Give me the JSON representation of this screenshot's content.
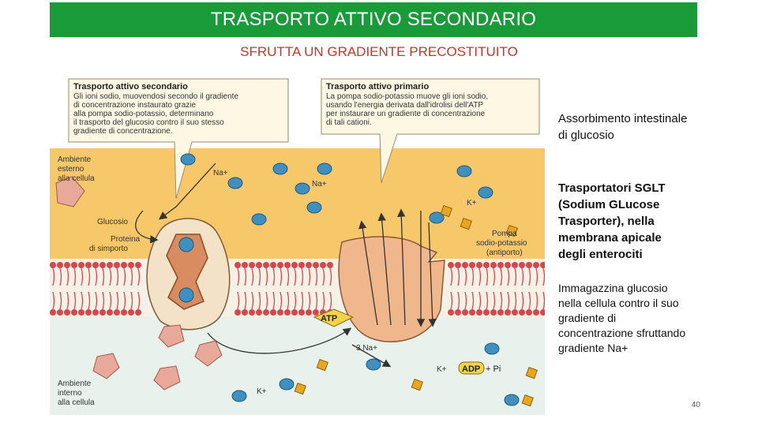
{
  "slide": {
    "title": "TRASPORTO ATTIVO SECONDARIO",
    "subtitle": "SFRUTTA UN GRADIENTE PRECOSTITUITO",
    "page_number": "40"
  },
  "colors": {
    "title_bg": "#1a9b3a",
    "subtitle": "#c0392b",
    "outside": "#f7c86a",
    "inside": "#e8f1ec",
    "membrane_red": "#d9454c",
    "sodium": "#3f8fbf",
    "potassium": "#e7a81e",
    "glucose": "#e8a99a"
  },
  "side_notes": {
    "block1": "Assorbimento intestinale di glucosio",
    "block2": "Trasportatori SGLT (Sodium GLucose Trasporter), nella membrana apicale degli enterociti",
    "block3": "Immagazzina glucosio nella cellula contro il suo gradiente di concentrazione sfruttando gradiente Na+"
  },
  "diagram": {
    "callout_secondary": {
      "heading": "Trasporto attivo secondario",
      "lines": [
        "Gli ioni sodio, muovendosi secondo il gradiente",
        "di concentrazione instaurato grazie",
        "alla pompa sodio-potassio, determinano",
        "il trasporto del glucosio contro il suo stesso",
        "gradiente di concentrazione."
      ]
    },
    "callout_primary": {
      "heading": "Trasporto attivo primario",
      "lines": [
        "La pompa sodio-potassio muove gli ioni sodio,",
        "usando l'energia derivata dall'idrolisi dell'ATP",
        "per instaurare un gradiente di concentrazione",
        "di tali cationi."
      ]
    },
    "labels": {
      "outside_line1": "Ambiente",
      "outside_line2": "esterno",
      "outside_line3": "alla cellula",
      "inside_line1": "Ambiente",
      "inside_line2": "interno",
      "inside_line3": "alla cellula",
      "na_plus_1": "Na+",
      "na_plus_2": "Na+",
      "k_plus_out": "K+",
      "glucose": "Glucosio",
      "protein_line1": "Proteina",
      "protein_line2": "di simporto",
      "pump_line1": "Pompa",
      "pump_line2": "sodio-potassio",
      "pump_line3": "(antiporto)",
      "atp": "ATP",
      "three_na": "3 Na+",
      "k_plus_in": "K+",
      "adp": "ADP",
      "pi": "+ Pi",
      "k_plus_low": "K+"
    }
  }
}
